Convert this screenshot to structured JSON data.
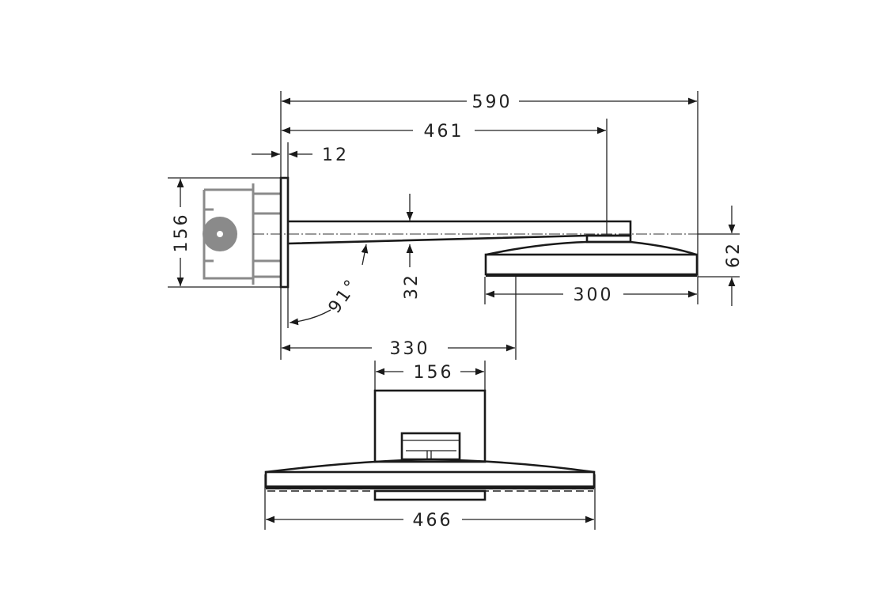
{
  "dimensions": {
    "total_projection": "590",
    "arm_to_head_center": "461",
    "wall_plate_thickness": "12",
    "wall_box_height": "156",
    "arm_height": "32",
    "arm_angle": "91°",
    "head_height": "62",
    "head_depth": "300",
    "wall_to_head_front": "330",
    "arm_width": "156",
    "head_width": "466"
  }
}
